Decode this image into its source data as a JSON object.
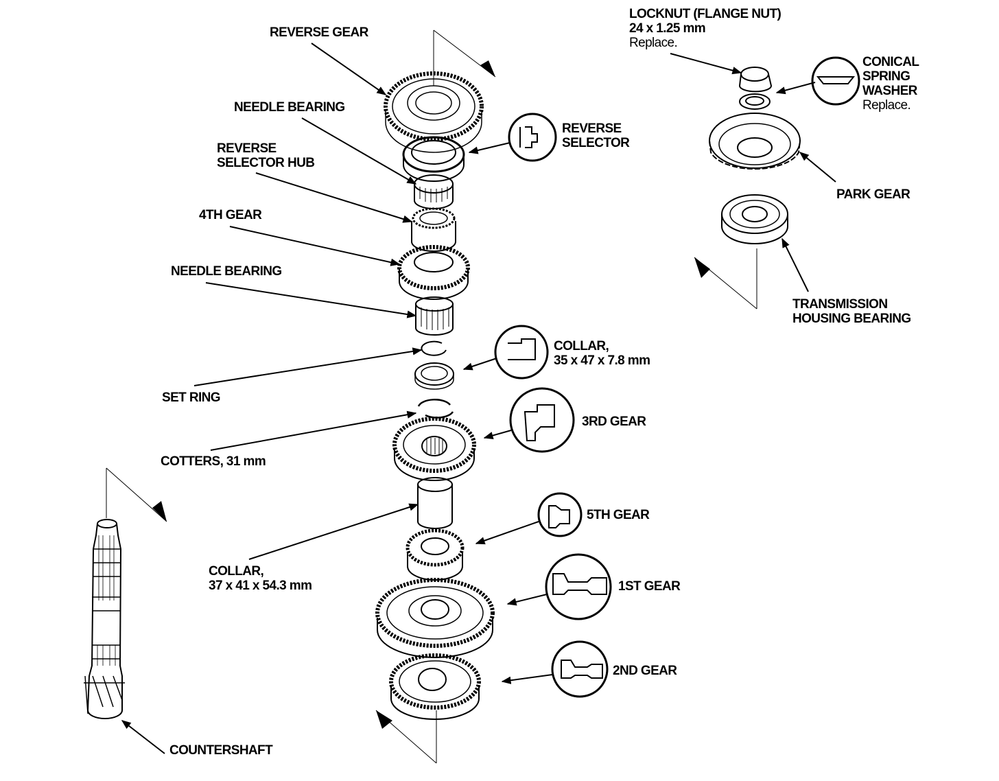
{
  "diagram": {
    "type": "exploded-parts-diagram",
    "colors": {
      "ink": "#000000",
      "background": "#ffffff"
    },
    "labels": {
      "reverse_gear": [
        "REVERSE GEAR"
      ],
      "needle_bearing_top": [
        "NEEDLE BEARING"
      ],
      "reverse_selector_hub": [
        "REVERSE",
        "SELECTOR HUB"
      ],
      "fourth_gear": [
        "4TH GEAR"
      ],
      "needle_bearing_mid": [
        "NEEDLE BEARING"
      ],
      "set_ring": [
        "SET RING"
      ],
      "cotters": [
        "COTTERS, 31 mm"
      ],
      "collar_long": [
        "COLLAR,",
        "37 x 41 x 54.3 mm"
      ],
      "countershaft": [
        "COUNTERSHAFT"
      ],
      "reverse_selector": [
        "REVERSE",
        "SELECTOR"
      ],
      "collar_short": [
        "COLLAR,",
        "35 x 47 x 7.8 mm"
      ],
      "third_gear": [
        "3RD GEAR"
      ],
      "fifth_gear": [
        "5TH GEAR"
      ],
      "first_gear": [
        "1ST GEAR"
      ],
      "second_gear": [
        "2ND GEAR"
      ],
      "locknut": [
        "LOCKNUT (FLANGE NUT)",
        "24 x 1.25 mm",
        "Replace."
      ],
      "conical_spring_washer": [
        "CONICAL",
        "SPRING",
        "WASHER",
        "Replace."
      ],
      "park_gear": [
        "PARK GEAR"
      ],
      "transmission_housing_bearing": [
        "TRANSMISSION",
        "HOUSING BEARING"
      ]
    }
  }
}
